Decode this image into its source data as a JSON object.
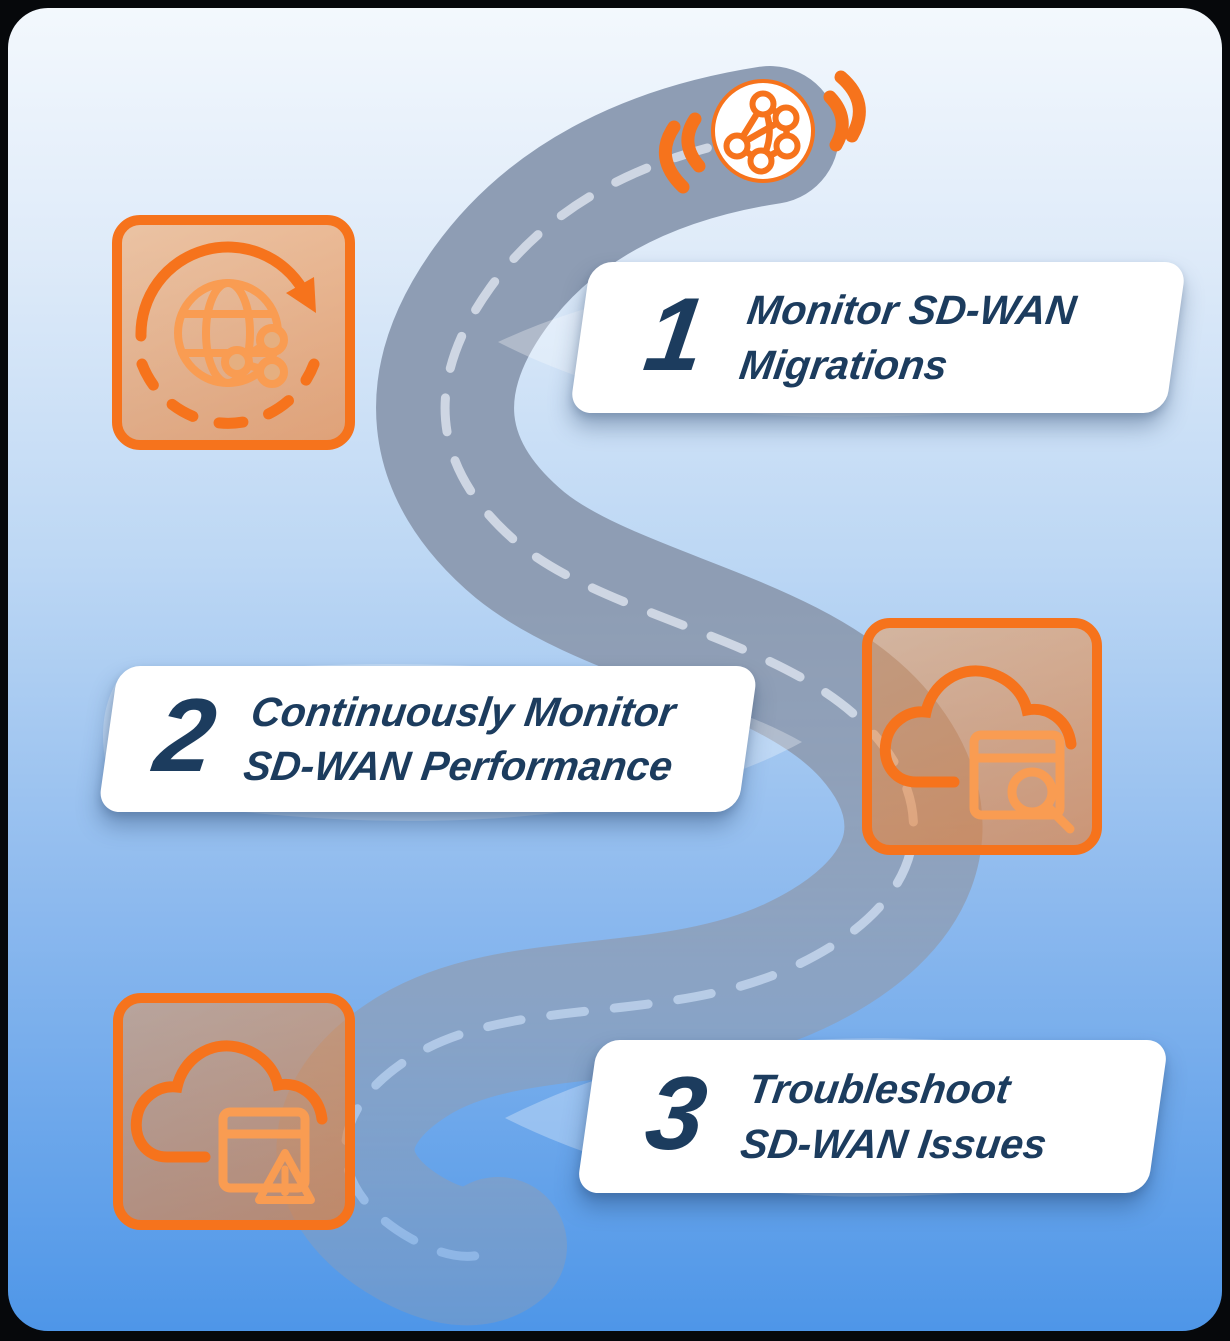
{
  "steps": [
    {
      "number": "1",
      "line1": "Monitor SD-WAN",
      "line2": "Migrations"
    },
    {
      "number": "2",
      "line1": "Continuously Monitor",
      "line2": "SD-WAN Performance"
    },
    {
      "number": "3",
      "line1": "Troubleshoot",
      "line2": "SD-WAN Issues"
    }
  ],
  "icons": {
    "start_marker": "network-mesh-icon",
    "start_signal": "signal-waves-icon",
    "step1": "globe-migration-icon",
    "step2": "cloud-search-icon",
    "step3": "cloud-warning-icon"
  },
  "colors": {
    "accent_orange": "#F6731C",
    "light_orange": "#F99C52",
    "navy_text": "#1C3C5E",
    "road": "#8E9DB4",
    "road_dash": "#D9E1EB",
    "bg_top": "#F3F8FD",
    "bg_bottom": "#4E96E8",
    "card_bg": "#FFFFFF"
  }
}
